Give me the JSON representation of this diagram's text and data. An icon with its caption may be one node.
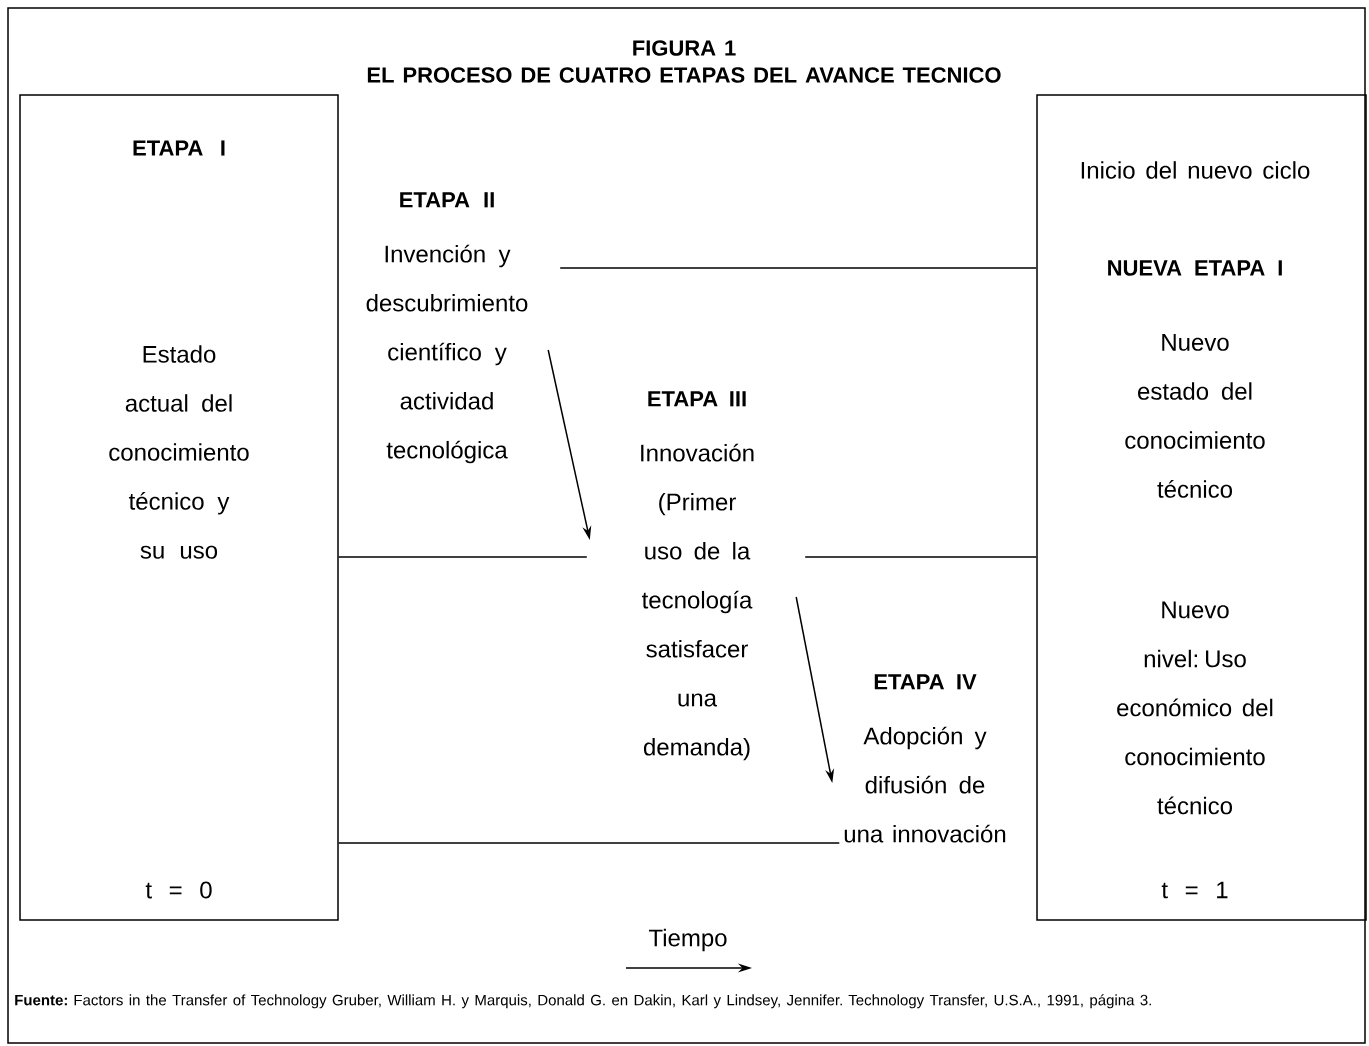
{
  "diagram": {
    "title": "EL PROCESO DE CUATRO ETAPAS DEL AVANCE TECNICO",
    "caption": "**Fuente:** Factors in the Transfer of Technology Gruber, William H. y Marquis, Donald G. en Dakin, Karl y Lindsey, Jennifer. Technology Transfer, U.S.A., 1991, página 3.",
    "nodes": [
      {
        "text": [
          "ETAPA I",
          "Estado actual del conocimiento técnico y su uso",
          "t = 0"
        ]
      },
      {
        "text": [
          "ETAPA II",
          "Invención y descubrimiento científico y actividad tecnológica"
        ]
      },
      {
        "text": [
          "ETAPA III",
          "Innovación (Primer uso de la tecnología satisfacer una demanda)"
        ]
      },
      {
        "text": [
          "ETAPA IV",
          "Adopción y difusión de una innovación"
        ]
      },
      {
        "text": [
          "Inicio del nuevo ciclo",
          "NUEVA ETAPA I",
          "Nuevo estado del conocimiento técnico",
          "Nuevo nivel: Uso económico del conocimiento técnico",
          "t = 1"
        ]
      }
    ],
    "edges": [
      {
        "from": 1,
        "to": 4,
        "arrow": "none"
      },
      {
        "from": 1,
        "to": 2,
        "arrow": "to"
      },
      {
        "from": 0,
        "to": 2,
        "arrow": "none"
      },
      {
        "from": 2,
        "to": 4,
        "arrow": "none"
      },
      {
        "from": 2,
        "to": 3,
        "arrow": "to"
      },
      {
        "from": 0,
        "to": 3,
        "arrow": "none"
      }
    ],
    "labels": [
      "FIGURA 1",
      "Tiempo"
    ]
  }
}
